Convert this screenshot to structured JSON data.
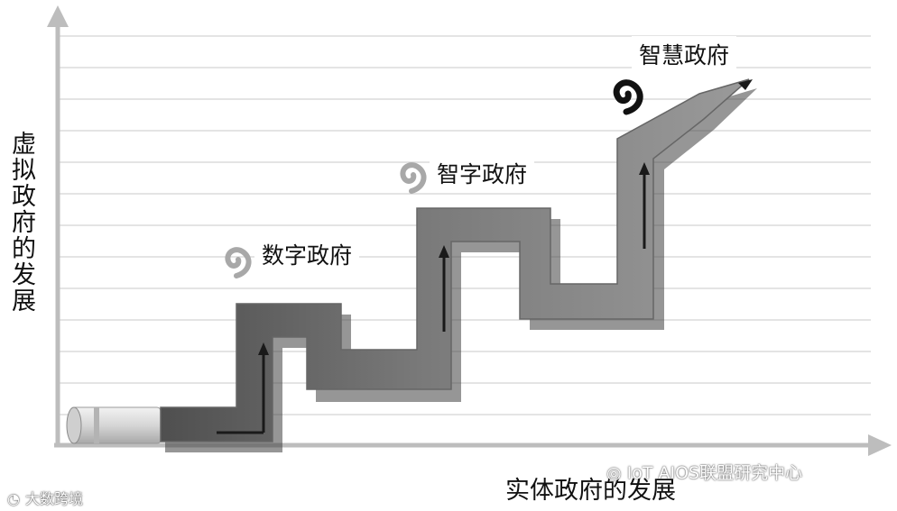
{
  "y_axis_label": "虚拟政府的发展",
  "x_axis_label": "实体政府的发展",
  "stages": [
    {
      "name": "数字政府"
    },
    {
      "name": "智字政府"
    },
    {
      "name": "智慧政府"
    }
  ],
  "watermarks": {
    "left": "大数跨境",
    "right": "IoT AIOS联盟研究中心"
  },
  "colors": {
    "path_light": "#8c8c8c",
    "path_dark": "#5d5d5d",
    "arrow": "#1a1a1a",
    "grid": "#d9d9d9",
    "axis": "#bdbdbd"
  }
}
